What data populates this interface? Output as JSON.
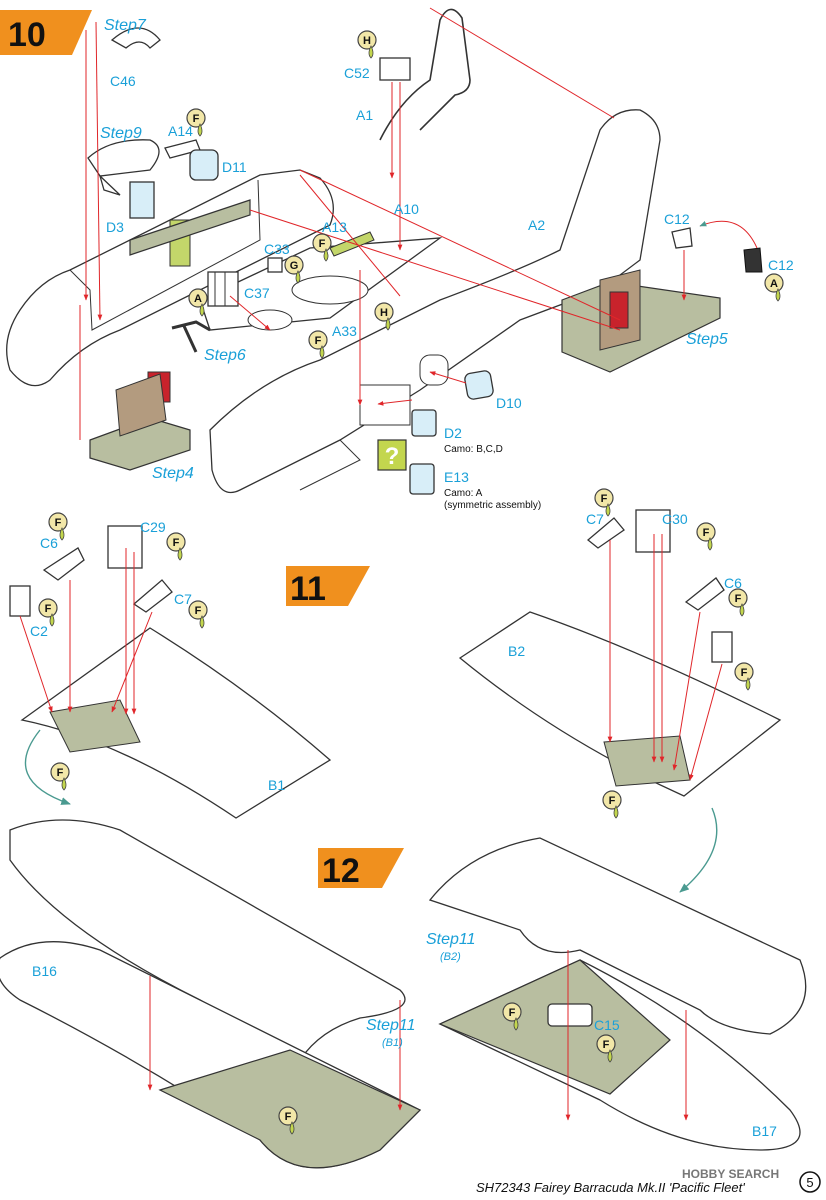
{
  "steps": [
    {
      "number": "10"
    },
    {
      "number": "11"
    },
    {
      "number": "12"
    }
  ],
  "labels": {
    "step7": "Step7",
    "c46": "C46",
    "step9": "Step9",
    "a14": "A14",
    "d11": "D11",
    "d3": "D3",
    "c52": "C52",
    "a1": "A1",
    "a10": "A10",
    "a2": "A2",
    "c12a": "C12",
    "c12b": "C12",
    "step5": "Step5",
    "a13": "A13",
    "c33": "C33",
    "c37": "C37",
    "a33": "A33",
    "step6": "Step6",
    "step4": "Step4",
    "d10": "D10",
    "d2": "D2",
    "e13": "E13",
    "c6a": "C6",
    "c29": "C29",
    "c7a": "C7",
    "c2": "C2",
    "b1": "B1",
    "c7b": "C7",
    "c30": "C30",
    "c6b": "C6",
    "b2": "B2",
    "b16": "B16",
    "step11_b1": "Step11",
    "b1_paren": "(B1)",
    "step11_b2": "Step11",
    "b2_paren": "(B2)",
    "c15": "C15",
    "b17": "B17"
  },
  "notes": {
    "d2_camo": "Camo: B,C,D",
    "e13_camo": "Camo: A",
    "e13_sym": "(symmetric assembly)"
  },
  "glue_letters": {
    "h": "H",
    "f": "F",
    "g": "G",
    "a": "A"
  },
  "question_mark": "?",
  "footer": {
    "title": "SH72343 Fairey Barracuda Mk.II 'Pacific Fleet'",
    "page": "5",
    "watermark": "HOBBY SEARCH"
  },
  "colors": {
    "accent_orange": "#f0901e",
    "label_blue": "#1aa0d8",
    "arrow_red": "#e0262a",
    "interior_green": "#b8bea0",
    "glue_yellow": "#f2e7a8"
  }
}
